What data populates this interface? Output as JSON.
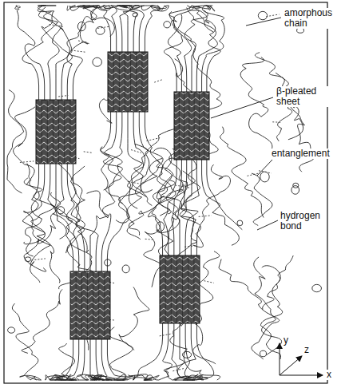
{
  "diagram": {
    "labels": [
      "amorphous chain",
      "β-pleated sheet",
      "entanglement",
      "hydrogen bond",
      "y",
      "z",
      "x"
    ]
  }
}
